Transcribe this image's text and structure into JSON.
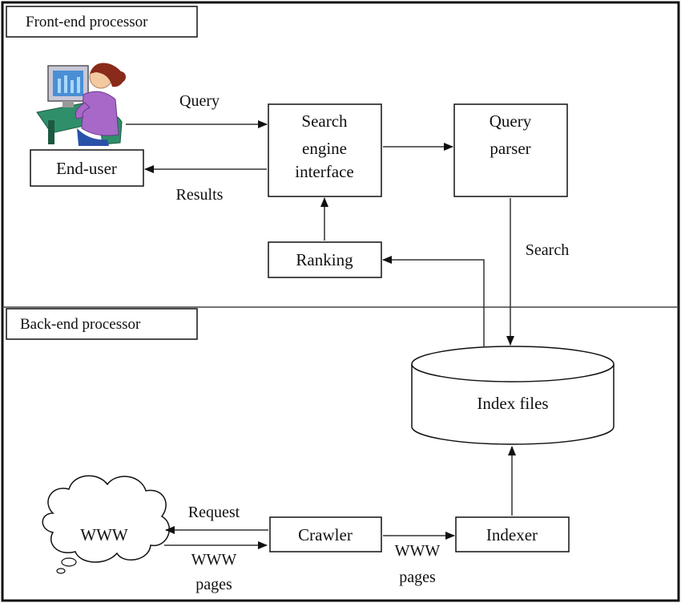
{
  "sections": {
    "front": "Front-end processor",
    "back": "Back-end processor"
  },
  "nodes": {
    "end_user": "End-user",
    "search_interface": [
      "Search",
      "engine",
      "interface"
    ],
    "query_parser": [
      "Query",
      "parser"
    ],
    "ranking": "Ranking",
    "index_files": "Index files",
    "www": "WWW",
    "crawler": "Crawler",
    "indexer": "Indexer"
  },
  "edges": {
    "query": "Query",
    "results": "Results",
    "search": "Search",
    "request": "Request",
    "www_pages_1": [
      "WWW",
      "pages"
    ],
    "www_pages_2": [
      "WWW",
      "pages"
    ]
  }
}
